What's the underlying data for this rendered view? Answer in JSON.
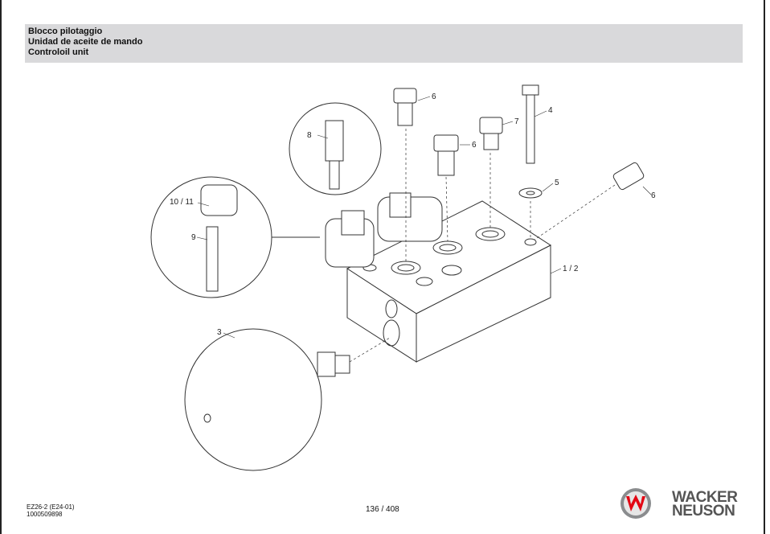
{
  "header": {
    "title_it": "Blocco pilotaggio",
    "title_es": "Unidad de aceite de mando",
    "title_en": "Controloil unit"
  },
  "callouts": {
    "c1": "1 / 2",
    "c3": "3",
    "c4": "4",
    "c5": "5",
    "c6a": "6",
    "c6b": "6",
    "c6c": "6",
    "c7": "7",
    "c8": "8",
    "c9": "9",
    "c10": "10 / 11"
  },
  "footer": {
    "model": "EZ26-2 (E24-01)",
    "doc_number": "1000509898",
    "page": "136 / 408",
    "brand_line1": "WACKER",
    "brand_line2": "NEUSON",
    "brand_color": "#e30613"
  }
}
